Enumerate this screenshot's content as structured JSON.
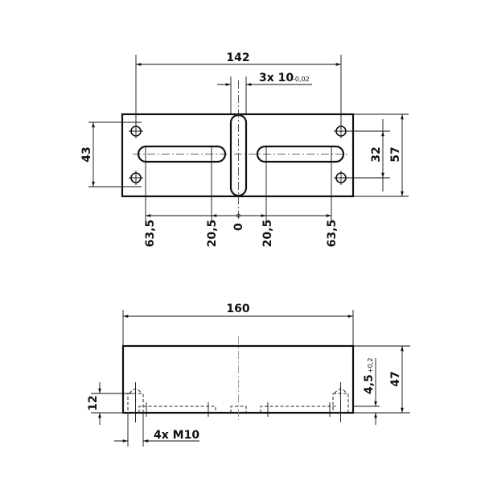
{
  "drawing": {
    "top_view": {
      "dimensions": {
        "overall_hole_spacing": "142",
        "slot_width": "3x 10",
        "slot_width_tolerance": "-0,02",
        "hole_vertical_spacing": "43",
        "inner_vertical": "32",
        "overall_depth": "57",
        "x_positions": [
          "63,5",
          "20,5",
          "0",
          "20,5",
          "63,5"
        ]
      }
    },
    "front_view": {
      "dimensions": {
        "overall_length": "160",
        "overall_height": "47",
        "recess_depth": "4,5",
        "recess_tolerance": "+0,2",
        "thread_depth": "12",
        "thread_spec": "4x M10"
      }
    }
  }
}
